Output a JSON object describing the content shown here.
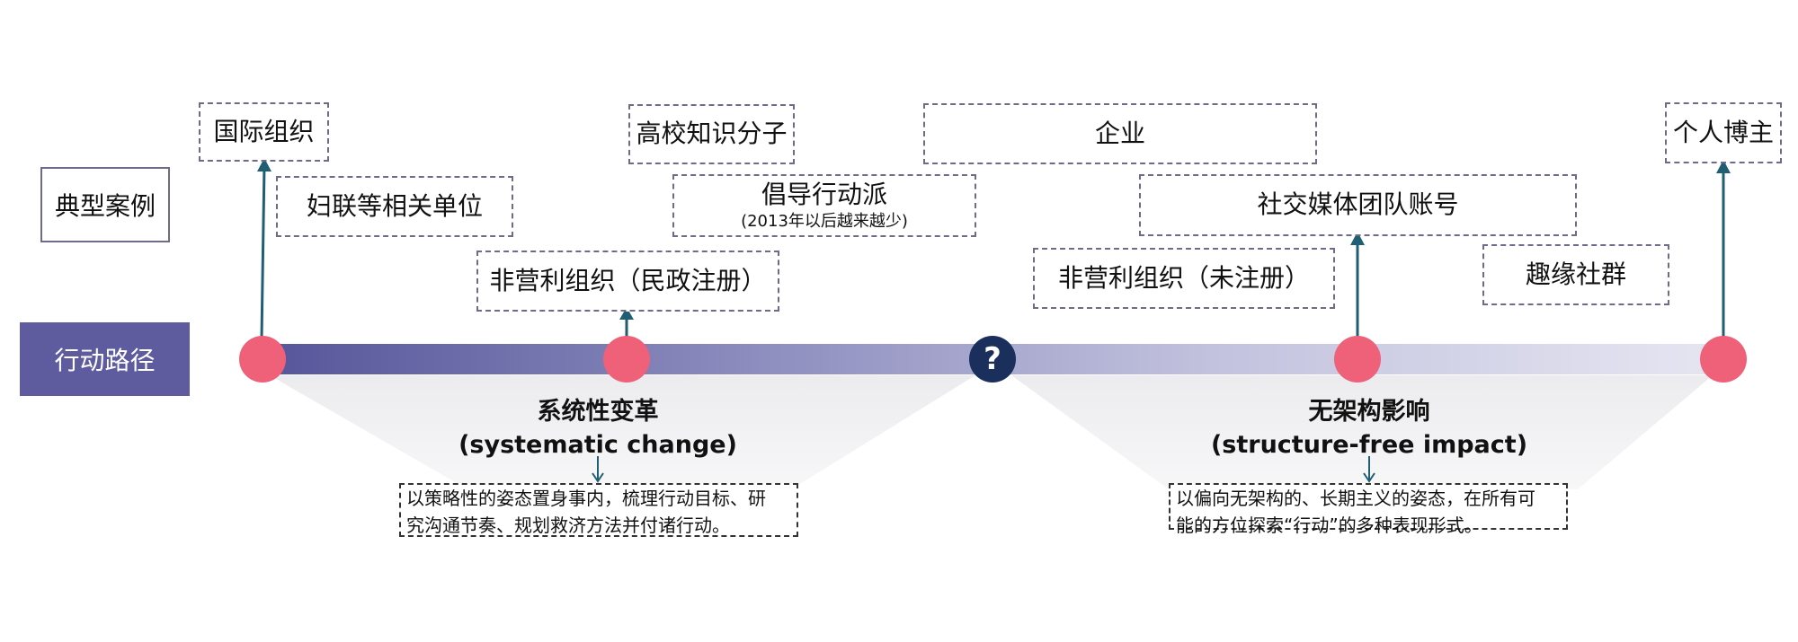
{
  "row_labels": {
    "cases": "典型案例",
    "path": "行动路径"
  },
  "cases": {
    "intl_org": "国际组织",
    "womens_fed": "妇联等相关单位",
    "university": "高校知识分子",
    "advocacy": "倡导行动派",
    "advocacy_note": "(2013年以后越来越少)",
    "npo_registered": "非营利组织（民政注册）",
    "enterprise": "企业",
    "social_media": "社交媒体团队账号",
    "npo_unregistered": "非营利组织（未注册）",
    "interest_group": "趣缘社群",
    "blogger": "个人博主"
  },
  "center_marker": "?",
  "sections": {
    "left": {
      "title": "系统性变革",
      "subtitle": "(systematic change)",
      "description_lines": [
        "以策略性的姿态置身事内，梳理行动目标、研",
        "究沟通节奏、规划救济方法并付诸行动。"
      ]
    },
    "right": {
      "title": "无架构影响",
      "subtitle": "(structure-free impact)",
      "description_lines": [
        "以偏向无架构的、长期主义的姿态，在所有可",
        "能的方位探索“行动”的多种表现形式。"
      ]
    }
  },
  "colors": {
    "bar_start": "#5a5a9e",
    "bar_end": "#e4e4f1",
    "node": "#ef6079",
    "center_node": "#1a2f5c",
    "arrow": "#1f5e73",
    "path_label_bg": "#5e5c9e",
    "box_border": "#6d6a8a"
  }
}
